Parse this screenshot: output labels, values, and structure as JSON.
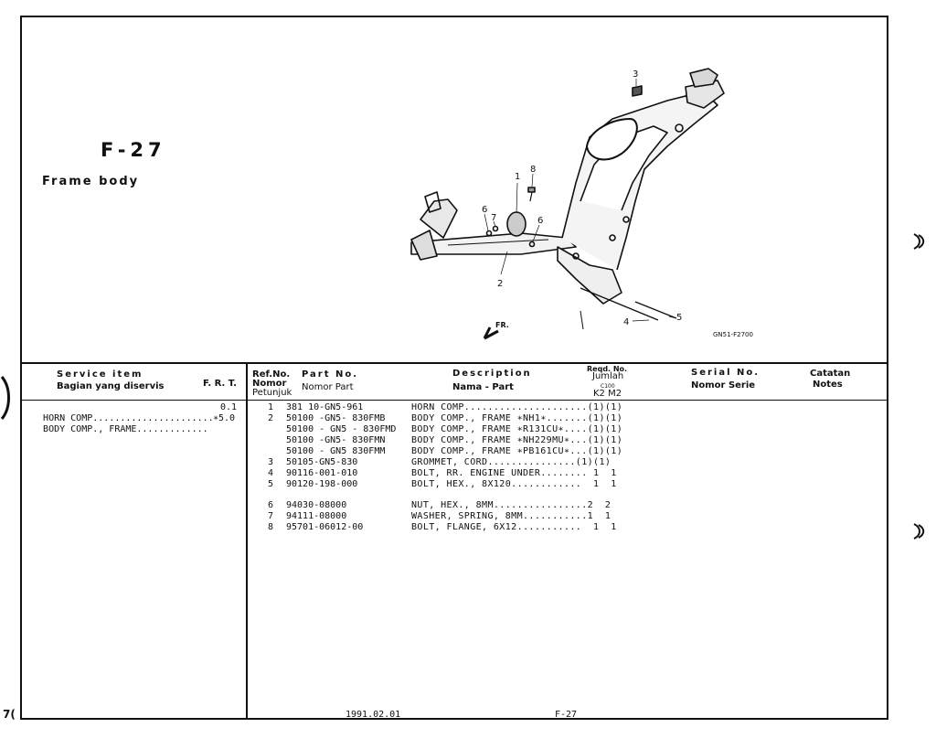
{
  "page": {
    "code": "F-27",
    "title": "Frame body",
    "drawing_code": "GN51-F2700",
    "page_edge_number": "7(",
    "footer": {
      "date": "1991.02.01",
      "page": "F-27"
    }
  },
  "diagram": {
    "callouts": [
      "1",
      "2",
      "3",
      "4",
      "5",
      "6",
      "6",
      "7",
      "8"
    ],
    "direction_label": "FR."
  },
  "service_table": {
    "header": {
      "service_item": "Service  item",
      "service_item_id": "Bagian yang diservis",
      "frt": "F. R. T."
    },
    "rows": [
      {
        "item": "HORN COMP......................",
        "frt": "0.1"
      },
      {
        "item": "BODY COMP., FRAME.............",
        "frt": "∗5.0"
      }
    ]
  },
  "parts_table": {
    "header": {
      "ref_no": "Ref.No.",
      "ref_no_id": "Nomor",
      "ref_no_id2": "Petunjuk",
      "part_no": "Part  No.",
      "part_no_id": "Nomor  Part",
      "description": "Description",
      "description_id": "Nama - Part",
      "reqd_no": "Reqd. No.",
      "reqd_no_id": "Jumlah",
      "reqd_model": "C100",
      "reqd_cols": "K2  M2",
      "serial_no": "Serial  No.",
      "serial_no_id": "Nomor  Serie",
      "notes": "Catatan",
      "notes_en": "Notes"
    },
    "rows": [
      {
        "ref": "1",
        "part": "381 10-GN5-961",
        "desc": "HORN COMP.....................(1)(1)"
      },
      {
        "ref": "2",
        "part": "50100 -GN5- 830FMB",
        "desc": "BODY COMP., FRAME ∗NH1∗.......(1)(1)"
      },
      {
        "ref": "",
        "part": "50100 - GN5 - 830FMD",
        "desc": "BODY COMP., FRAME ∗R131CU∗....(1)(1)"
      },
      {
        "ref": "",
        "part": "50100 -GN5- 830FMN",
        "desc": "BODY COMP., FRAME ∗NH229MU∗...(1)(1)"
      },
      {
        "ref": "",
        "part": "50100 - GN5 830FMM",
        "desc": "BODY COMP., FRAME ∗PB161CU∗...(1)(1)"
      },
      {
        "ref": "3",
        "part": "50105-GN5-830",
        "desc": "GROMMET, CORD...............(1)(1)"
      },
      {
        "ref": "4",
        "part": "90116-001-010",
        "desc": "BOLT, RR. ENGINE UNDER........ 1  1"
      },
      {
        "ref": "5",
        "part": "90120-198-000",
        "desc": "BOLT, HEX., 8X120............  1  1"
      },
      {
        "ref": "6",
        "part": "94030-08000",
        "desc": "NUT, HEX., 8MM................2  2"
      },
      {
        "ref": "7",
        "part": "94111-08000",
        "desc": "WASHER, SPRING, 8MM...........1  1"
      },
      {
        "ref": "8",
        "part": "95701-06012-00",
        "desc": "BOLT, FLANGE, 6X12...........  1  1"
      }
    ]
  }
}
